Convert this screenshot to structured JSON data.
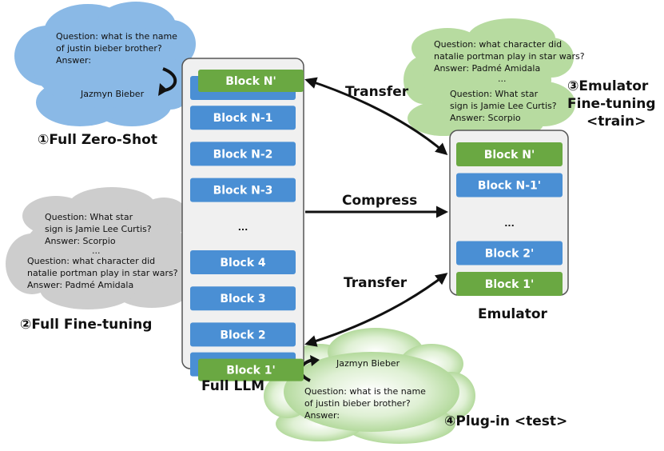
{
  "clouds": {
    "zero_shot": {
      "lines": [
        "Question: what is the name",
        "of justin bieber brother?",
        "Answer:"
      ],
      "answer": "Jazmyn Bieber"
    },
    "fine_tuning": {
      "lines": [
        "Question: What star",
        "sign is Jamie Lee Curtis?",
        "Answer: Scorpio",
        "...",
        "Question: what character did",
        "natalie portman play in star wars?",
        "Answer: Padmé Amidala"
      ]
    },
    "emulator": {
      "lines": [
        "Question: what character did",
        "natalie portman play in star wars?",
        "Answer: Padmé Amidala",
        "...",
        "Question: What star",
        "sign is Jamie Lee Curtis?",
        "Answer: Scorpio"
      ]
    },
    "plugin": {
      "answer": "Jazmyn Bieber",
      "lines": [
        "Question: what is the name",
        "of justin bieber brother?",
        "Answer:"
      ]
    }
  },
  "labels": {
    "zero_shot": "①Full Zero-Shot",
    "fine_tuning": "②Full Fine-tuning",
    "emulator_ft_1": "③Emulator",
    "emulator_ft_2": "Fine-tuning",
    "emulator_ft_3": "<train>",
    "plugin": "④Plug-in <test>",
    "full_llm": "Full LLM",
    "emulator": "Emulator"
  },
  "arrows": {
    "transfer_top": "Transfer",
    "compress": "Compress",
    "transfer_bottom": "Transfer"
  },
  "full_llm_blocks": [
    "Block N'",
    "Block N-1",
    "Block N-2",
    "Block N-3",
    "...",
    "Block 4",
    "Block 3",
    "Block 2",
    "Block 1'"
  ],
  "emulator_blocks": [
    "Block N'",
    "Block N-1'",
    "...",
    "Block 2'",
    "Block 1'"
  ],
  "colors": {
    "blue_block": "#4a8fd4",
    "green_block": "#6aa842",
    "cloud_blue": "#8ab9e6",
    "cloud_gray": "#cdcdcd",
    "cloud_green": "#b7dba0",
    "panel": "#f0f0f0"
  }
}
